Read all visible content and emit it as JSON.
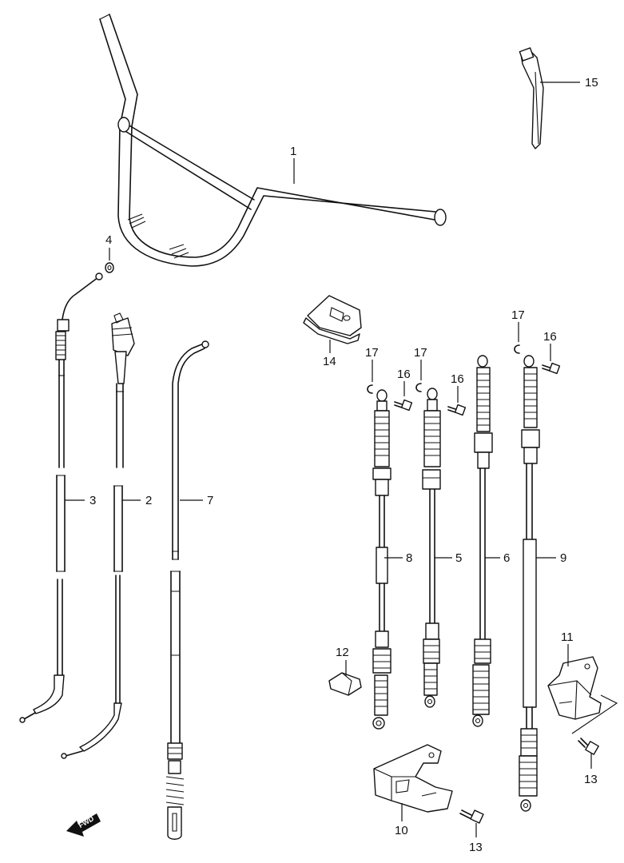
{
  "callouts": {
    "c1": "1",
    "c2": "2",
    "c3": "3",
    "c4": "4",
    "c5": "5",
    "c6": "6",
    "c7": "7",
    "c8": "8",
    "c9": "9",
    "c10": "10",
    "c11": "11",
    "c12": "12",
    "c13a": "13",
    "c13b": "13",
    "c14": "14",
    "c15": "15",
    "c16a": "16",
    "c16b": "16",
    "c16c": "16",
    "c17a": "17",
    "c17b": "17",
    "c17c": "17"
  },
  "fwd_label": "FWD"
}
